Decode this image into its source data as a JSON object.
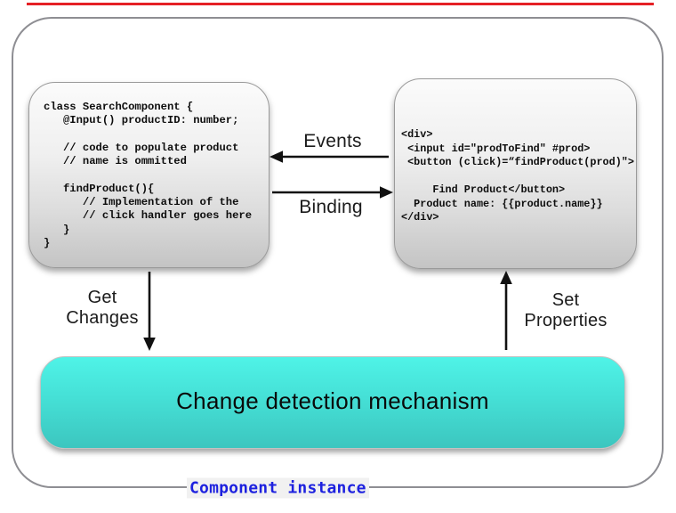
{
  "diagram": {
    "top_accent_color": "#e52025",
    "frame_border_color": "#8e8e93",
    "component_label": "Component instance",
    "component_label_color": "#1d21df"
  },
  "left_code_box": {
    "lines": [
      "class SearchComponent {",
      "   @Input() productID: number;",
      "",
      "   // code to populate product",
      "   // name is ommitted",
      "",
      "   findProduct(){",
      "      // Implementation of the",
      "      // click handler goes here",
      "   }",
      "}"
    ]
  },
  "right_code_box": {
    "lines": [
      "<div>",
      " <input id=\"prodToFind\" #prod>",
      " <button (click)=“findProduct(prod)\">",
      "",
      "     Find Product</button>",
      "  Product name: {{product.name}}",
      "</div>"
    ]
  },
  "arrows": {
    "events": {
      "label": "Events",
      "direction": "left"
    },
    "binding": {
      "label": "Binding",
      "direction": "right"
    },
    "get_changes": {
      "label_line1": "Get",
      "label_line2": "Changes",
      "direction": "down"
    },
    "set_properties": {
      "label_line1": "Set",
      "label_line2": "Properties",
      "direction": "up"
    }
  },
  "change_detection_box": {
    "label": "Change detection mechanism",
    "gradient_top": "#4ff3e7",
    "gradient_bottom": "#3cc6bf"
  }
}
